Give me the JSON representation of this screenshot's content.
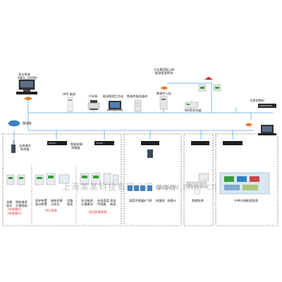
{
  "top": {
    "host_system": [
      "某仓系统",
      "（MES、ERP等）"
    ],
    "enterprise_mgmt": [
      "企业集团配上级",
      "能源管理系统"
    ],
    "ups": "UPS 电源",
    "printer": "打印机",
    "energy_workstation": "能源管理工作站",
    "db_server": "数据库服务器机",
    "data_center": "数据中心站",
    "web_publisher": "WEB 发布器",
    "big_screen": "大屏发数机",
    "router": "路由器"
  },
  "sections": {
    "wireless_gateway": [
      "无线通讯",
      "网关器"
    ],
    "smart_gateway": [
      "智能前端",
      "采集器"
    ],
    "left_devices": {
      "gas_meter": [
        "流量",
        "表计"
      ],
      "energy_meter": [
        "智能电表",
        "计量插座"
      ],
      "protection": [
        "保护装置",
        "差动装置"
      ],
      "power_analyzer": [
        "电能质量",
        "分析仪"
      ],
      "breaker": [
        "回路",
        "电表"
      ],
      "multi_meter": [
        "多功能表",
        "计量模块"
      ],
      "temp_sensor": [
        "无线温度",
        "传感器"
      ],
      "dc_meter": [
        "直流",
        "电表"
      ]
    },
    "left_red": [
      "（无线通讯）",
      "（有线通讯）",
      "中压系统",
      "低压配电系统"
    ],
    "middle_labels": [
      "温度传感器",
      "水气表",
      "热量表",
      "流量计"
    ],
    "smart_lighting": "智能照明",
    "central_ac": "中央空调能效管理"
  },
  "watermark": "上海某某科技有限公司 www.zhnl.cn",
  "colors": {
    "bus_line": "#5aa9e6",
    "dashed_box": "#444444",
    "red_text": "#e02020",
    "firewall": "#e8782a"
  }
}
